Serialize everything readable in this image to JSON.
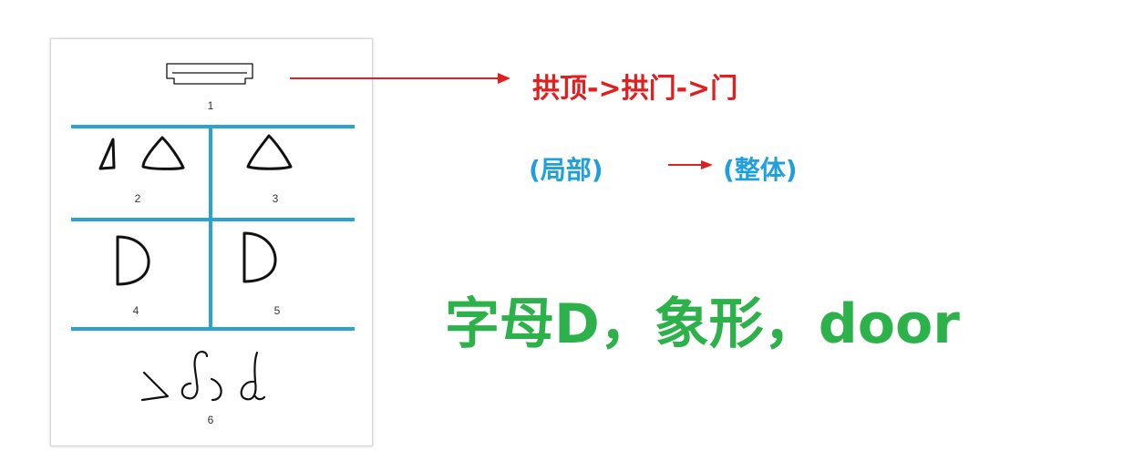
{
  "panel": {
    "numbers": [
      "1",
      "2",
      "3",
      "4",
      "5",
      "6"
    ],
    "divider_color": "#2aa3d1",
    "glyph_color": "#111111"
  },
  "notes": {
    "evolution": "拱顶->拱门->门",
    "evolution_color": "#e02020",
    "part": "(局部)",
    "whole": "(整体)",
    "part_whole_color": "#1fa0dc",
    "conclusion": "字母D，象形，door",
    "conclusion_color": "#2db14a"
  }
}
